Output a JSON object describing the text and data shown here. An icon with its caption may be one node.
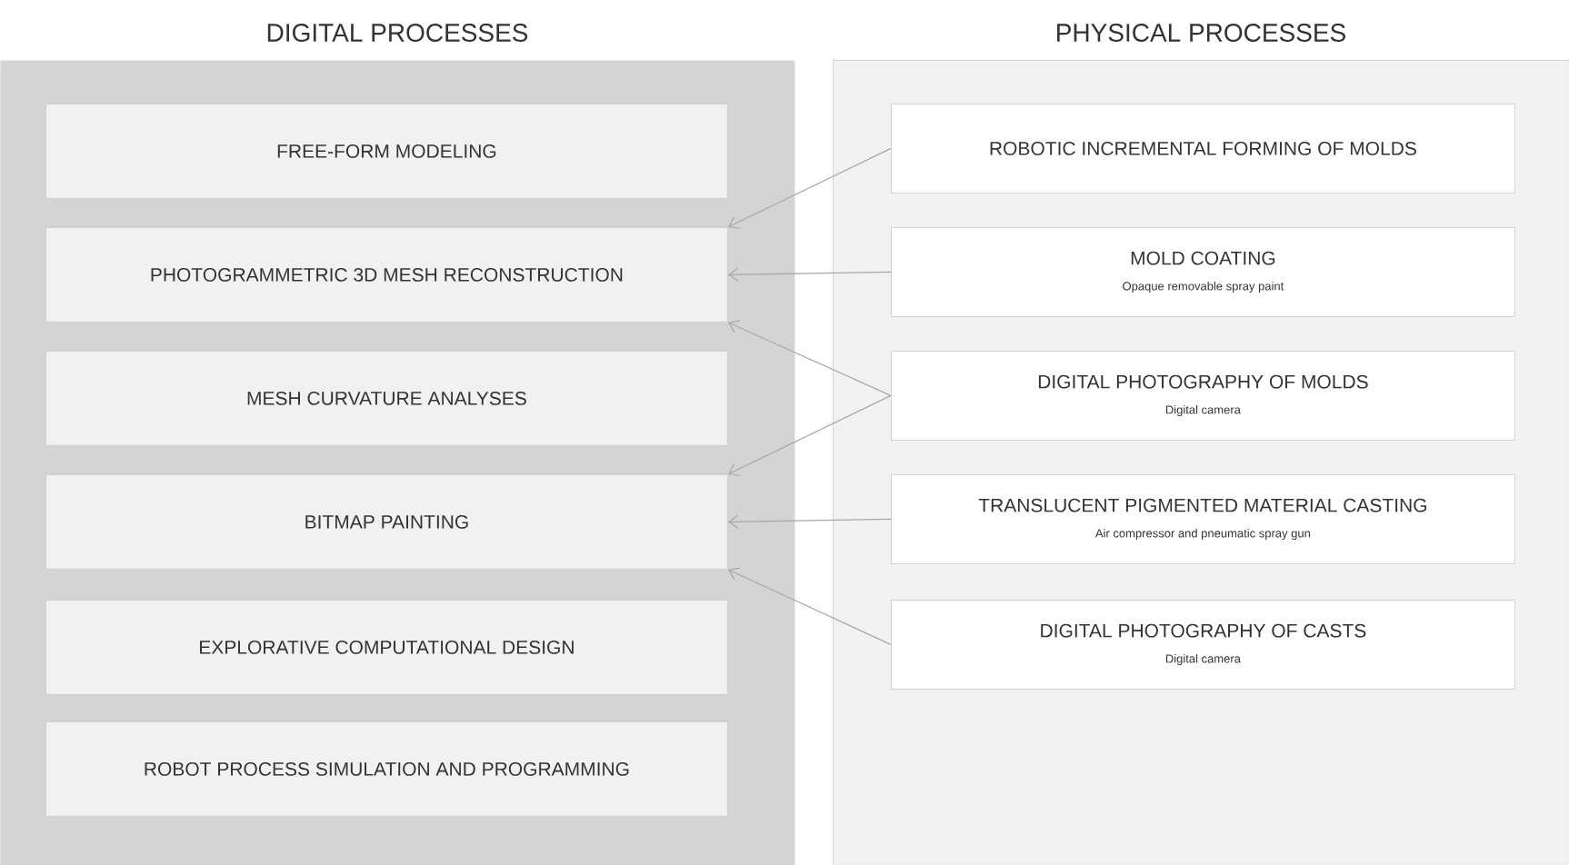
{
  "diagram": {
    "nodes": [
      {
        "text": [
          "DIGITAL PROCESSES"
        ]
      },
      {
        "text": [
          "FREE-FORM MODELING"
        ],
        "in": 0
      },
      {
        "text": [
          "PHOTOGRAMMETRIC 3D MESH RECONSTRUCTION"
        ],
        "in": 0
      },
      {
        "text": [
          "MESH CURVATURE ANALYSES"
        ],
        "in": 0
      },
      {
        "text": [
          "BITMAP PAINTING"
        ],
        "in": 0
      },
      {
        "text": [
          "EXPLORATIVE COMPUTATIONAL DESIGN"
        ],
        "in": 0
      },
      {
        "text": [
          "ROBOT PROCESS SIMULATION AND PROGRAMMING"
        ],
        "in": 0
      },
      {
        "text": [
          "PHYSICAL PROCESSES"
        ]
      },
      {
        "text": [
          "ROBOTIC INCREMENTAL FORMING OF MOLDS"
        ],
        "in": 7
      },
      {
        "text": [
          "MOLD COATING",
          "Opaque removable spray paint"
        ],
        "in": 7
      },
      {
        "text": [
          "DIGITAL PHOTOGRAPHY OF MOLDS",
          "Digital camera"
        ],
        "in": 7
      },
      {
        "text": [
          "TRANSLUCENT PIGMENTED MATERIAL CASTING",
          "Air compressor and pneumatic spray gun"
        ],
        "in": 7
      },
      {
        "text": [
          "DIGITAL PHOTOGRAPHY OF CASTS",
          "Digital camera"
        ],
        "in": 7
      }
    ],
    "edges": [
      {
        "from": 8,
        "to": 2,
        "arrow": "to"
      },
      {
        "from": 9,
        "to": 2,
        "arrow": "to"
      },
      {
        "from": 10,
        "to": 2,
        "arrow": "to"
      },
      {
        "from": 10,
        "to": 4,
        "arrow": "to"
      },
      {
        "from": 11,
        "to": 4,
        "arrow": "to"
      },
      {
        "from": 12,
        "to": 4,
        "arrow": "to"
      }
    ]
  }
}
